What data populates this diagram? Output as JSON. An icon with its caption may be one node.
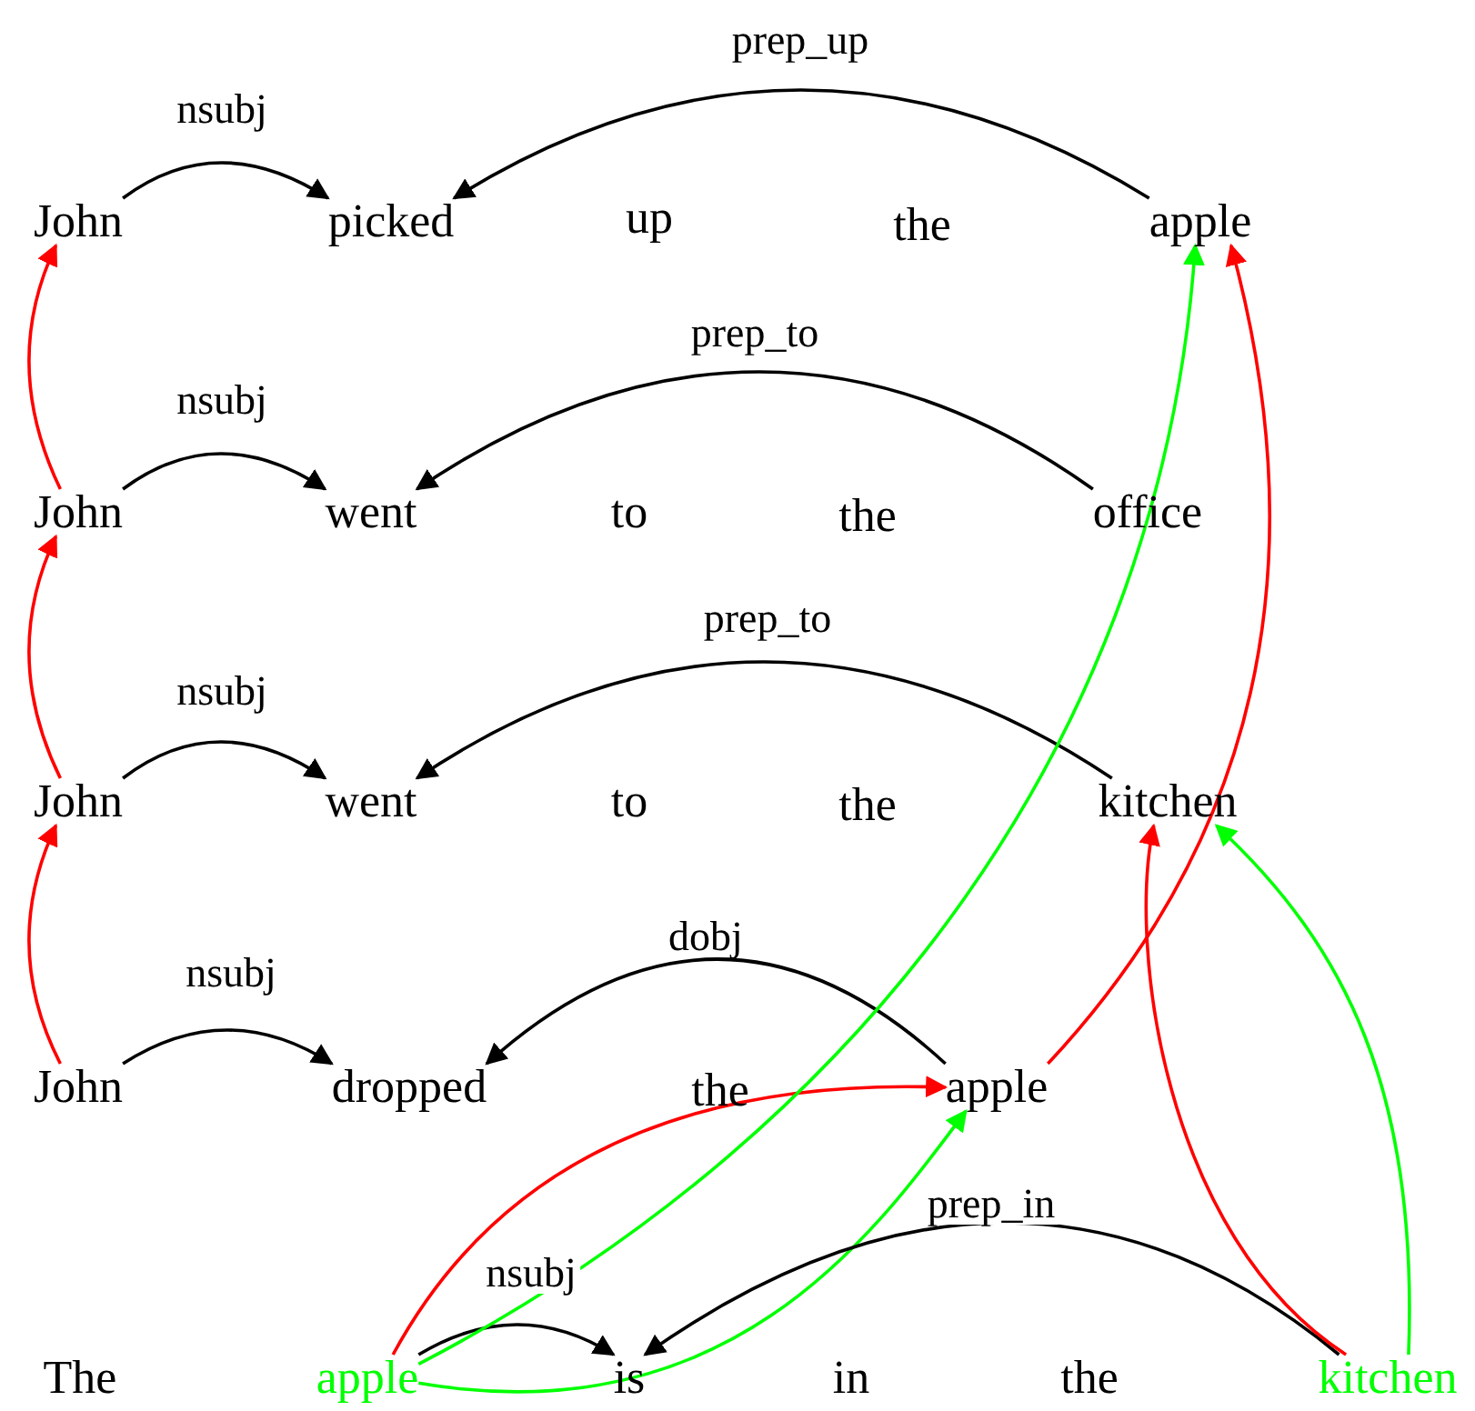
{
  "diagram": {
    "nodes": [
      {
        "text": [
          "John"
        ]
      },
      {
        "text": [
          "picked"
        ]
      },
      {
        "text": [
          "apple"
        ]
      },
      {
        "text": [
          "John"
        ]
      },
      {
        "text": [
          "went"
        ]
      },
      {
        "text": [
          "office"
        ]
      },
      {
        "text": [
          "John"
        ]
      },
      {
        "text": [
          "went"
        ]
      },
      {
        "text": [
          "kitchen"
        ]
      },
      {
        "text": [
          "John"
        ]
      },
      {
        "text": [
          "dropped"
        ]
      },
      {
        "text": [
          "apple"
        ]
      },
      {
        "text": [
          "apple"
        ]
      },
      {
        "text": [
          "is"
        ]
      },
      {
        "text": [
          "kitchen"
        ]
      }
    ],
    "edges": [
      {
        "from": 0,
        "to": 1,
        "arrow": "to",
        "label": "nsubj"
      },
      {
        "from": 2,
        "to": 1,
        "arrow": "to",
        "label": "prep_up"
      },
      {
        "from": 3,
        "to": 4,
        "arrow": "to",
        "label": "nsubj"
      },
      {
        "from": 5,
        "to": 4,
        "arrow": "to",
        "label": "prep_to"
      },
      {
        "from": 6,
        "to": 7,
        "arrow": "to",
        "label": "nsubj"
      },
      {
        "from": 8,
        "to": 7,
        "arrow": "to",
        "label": "prep_to"
      },
      {
        "from": 9,
        "to": 10,
        "arrow": "to",
        "label": "nsubj"
      },
      {
        "from": 11,
        "to": 10,
        "arrow": "to",
        "label": "dobj"
      },
      {
        "from": 3,
        "to": 0,
        "arrow": "to",
        "color": "#ff0000"
      },
      {
        "from": 6,
        "to": 3,
        "arrow": "to",
        "color": "#ff0000"
      },
      {
        "from": 9,
        "to": 6,
        "arrow": "to",
        "color": "#ff0000"
      },
      {
        "from": 11,
        "to": 2,
        "arrow": "to",
        "color": "#ff0000"
      },
      {
        "from": 12,
        "to": 11,
        "arrow": "to",
        "color": "#ff0000"
      },
      {
        "from": 12,
        "to": 13,
        "arrow": "to",
        "label": "nsubj"
      },
      {
        "from": 12,
        "to": 2,
        "arrow": "to",
        "color": "#00ff00"
      },
      {
        "from": 12,
        "to": 11,
        "arrow": "to",
        "color": "#00ff00"
      },
      {
        "from": 14,
        "to": 13,
        "arrow": "to",
        "label": "prep_in"
      },
      {
        "from": 14,
        "to": 8,
        "arrow": "to",
        "color": "#ff0000"
      },
      {
        "from": 14,
        "to": 8,
        "arrow": "to",
        "color": "#00ff00"
      }
    ],
    "labels": [
      "up",
      "the",
      "to",
      "the",
      "to",
      "the",
      "the",
      "The",
      "in",
      "the"
    ]
  }
}
